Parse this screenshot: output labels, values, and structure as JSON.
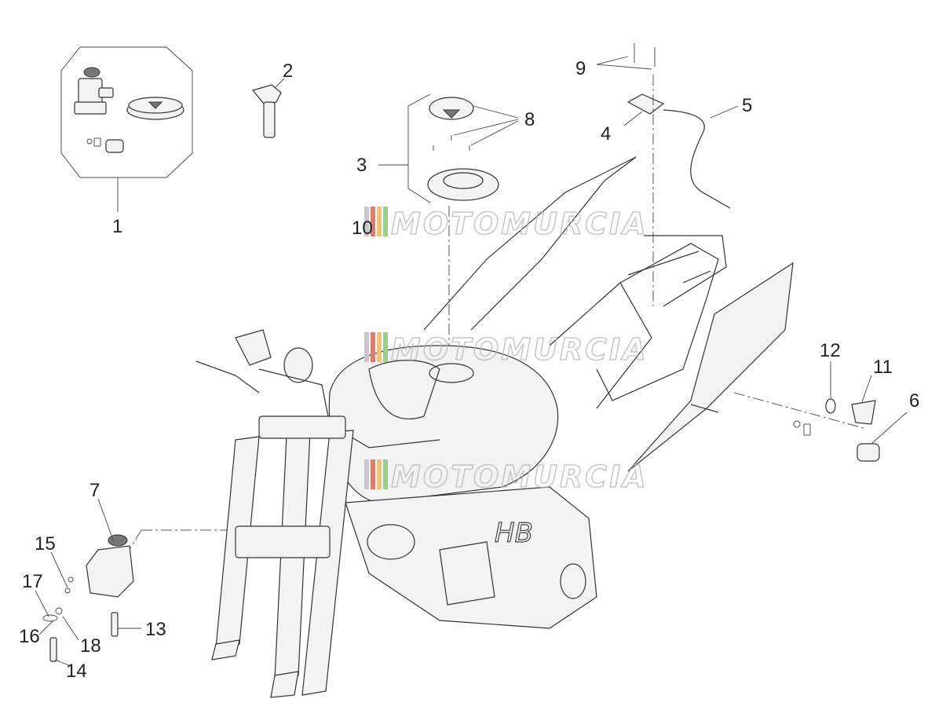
{
  "callouts": [
    {
      "id": "c1",
      "text": "1"
    },
    {
      "id": "c2",
      "text": "2"
    },
    {
      "id": "c3",
      "text": "3"
    },
    {
      "id": "c4",
      "text": "4"
    },
    {
      "id": "c5",
      "text": "5"
    },
    {
      "id": "c6",
      "text": "6"
    },
    {
      "id": "c7",
      "text": "7"
    },
    {
      "id": "c8",
      "text": "8"
    },
    {
      "id": "c9",
      "text": "9"
    },
    {
      "id": "c10",
      "text": "10"
    },
    {
      "id": "c11",
      "text": "11"
    },
    {
      "id": "c12",
      "text": "12"
    },
    {
      "id": "c13",
      "text": "13"
    },
    {
      "id": "c14",
      "text": "14"
    },
    {
      "id": "c15",
      "text": "15"
    },
    {
      "id": "c16",
      "text": "16"
    },
    {
      "id": "c17",
      "text": "17"
    },
    {
      "id": "c18",
      "text": "18"
    }
  ],
  "watermark": {
    "text": "MOTOMURCIA",
    "stripe_colors": [
      "#c8c8c8",
      "#e07a6a",
      "#f1c27a",
      "#9ccf8e"
    ]
  }
}
